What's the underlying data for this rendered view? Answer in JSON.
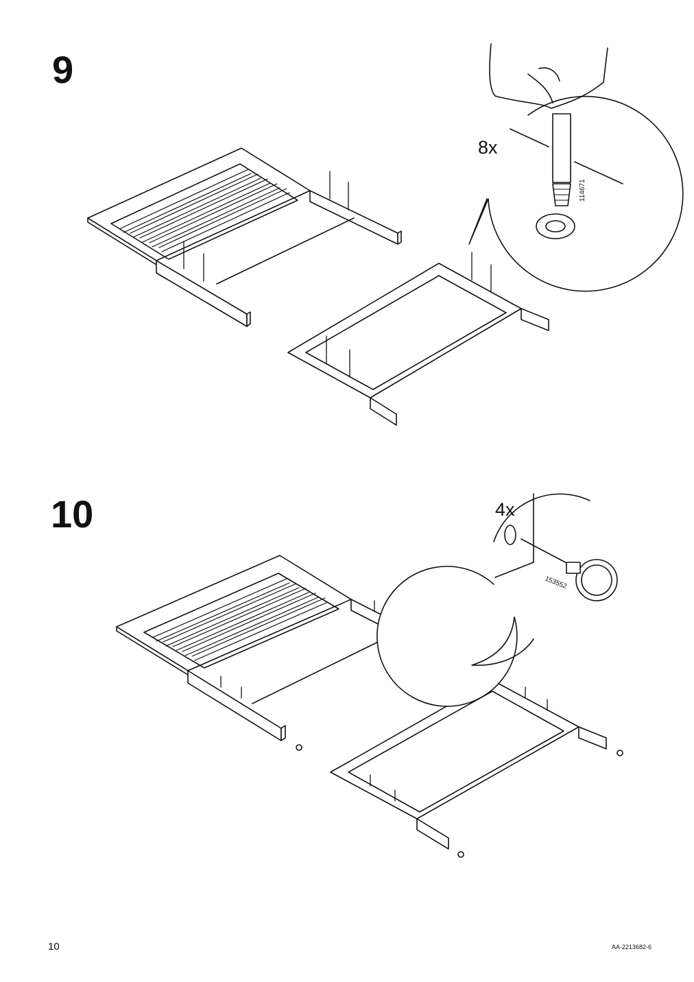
{
  "steps": [
    {
      "number": "9",
      "callout": {
        "quantity": "8x",
        "part_number": "114671"
      }
    },
    {
      "number": "10",
      "callout": {
        "quantity": "4x",
        "part_number": "153552"
      }
    }
  ],
  "footer": {
    "page_number": "10",
    "document_code": "AA-2213682-6"
  }
}
